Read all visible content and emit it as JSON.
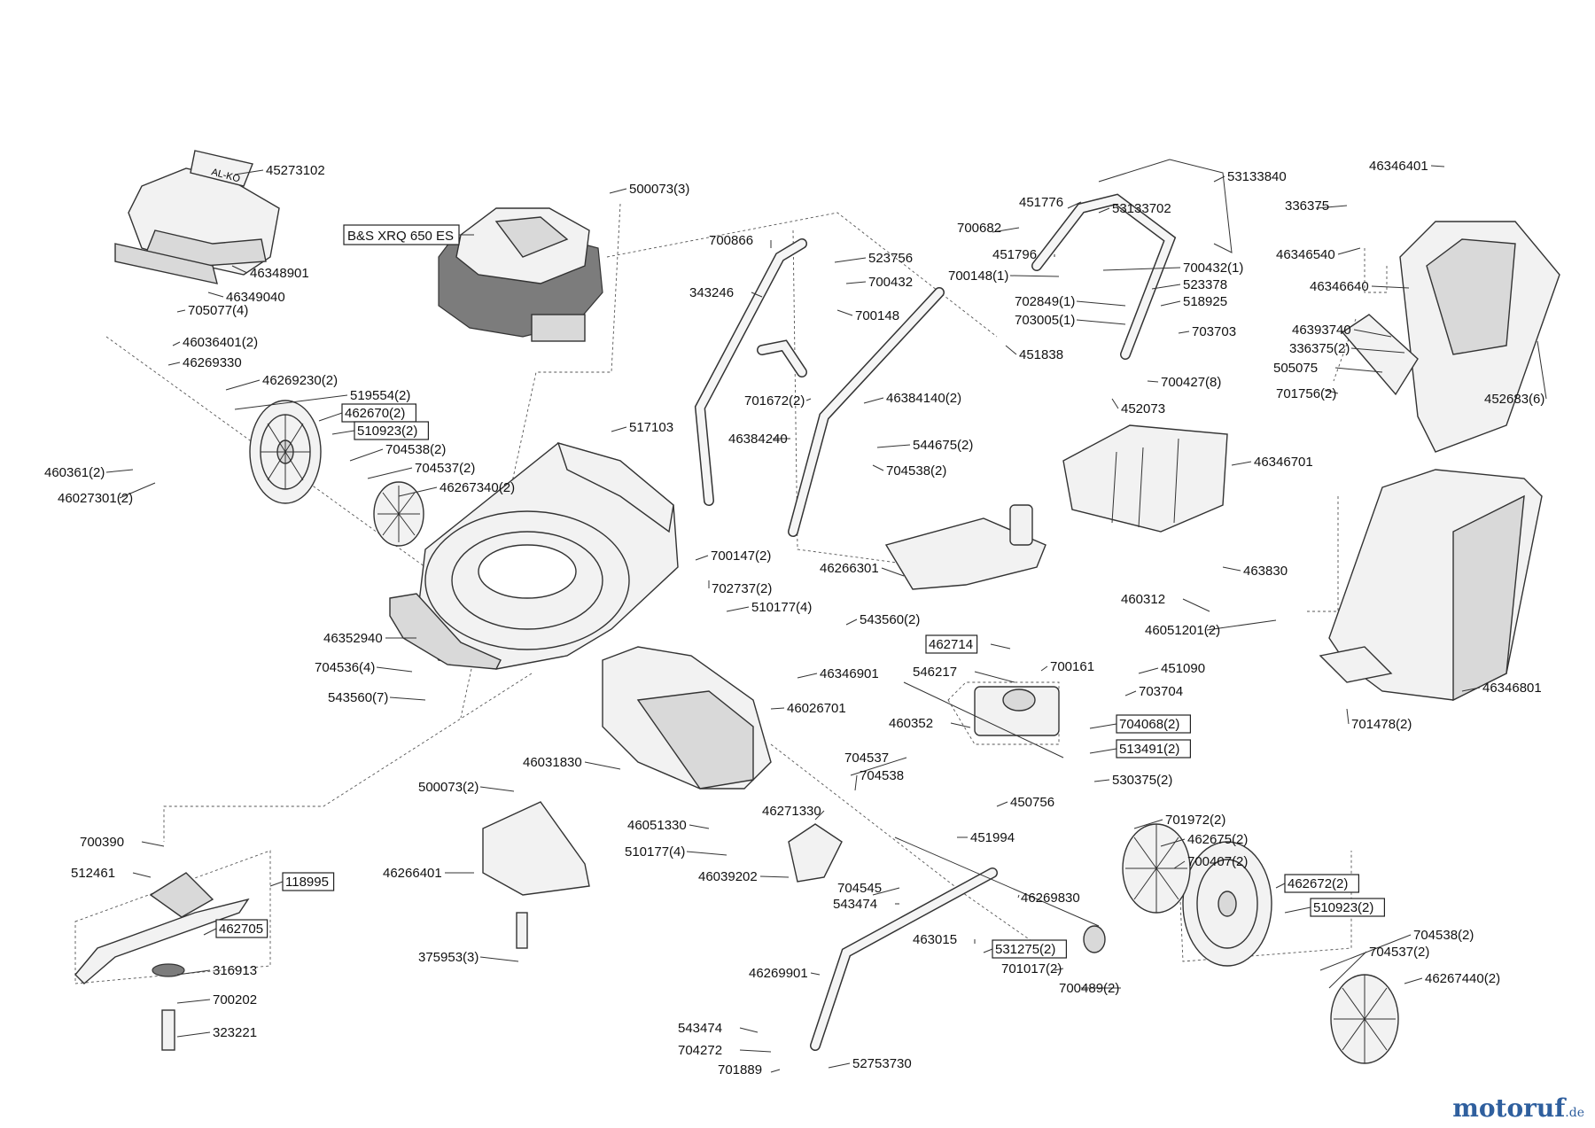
{
  "engine_label": "B&S XRQ 650 ES",
  "logo_text": "AL-KO",
  "watermark": {
    "main": "motoruf",
    "tld": ".de"
  },
  "parts": [
    {
      "t": "45273102"
    },
    {
      "t": "46348901"
    },
    {
      "t": "46349040"
    },
    {
      "t": "705077(4)"
    },
    {
      "t": "46036401(2)"
    },
    {
      "t": "46269330"
    },
    {
      "t": "46269230(2)"
    },
    {
      "t": "519554(2)"
    },
    {
      "t": "462670(2)",
      "boxed": true
    },
    {
      "t": "510923(2)",
      "boxed": true
    },
    {
      "t": "704538(2)"
    },
    {
      "t": "704537(2)"
    },
    {
      "t": "46267340(2)"
    },
    {
      "t": "460361(2)"
    },
    {
      "t": "46027301(2)"
    },
    {
      "t": "500073(3)"
    },
    {
      "t": "517103"
    },
    {
      "t": "700866"
    },
    {
      "t": "523756"
    },
    {
      "t": "700432"
    },
    {
      "t": "343246"
    },
    {
      "t": "700148"
    },
    {
      "t": "701672(2)"
    },
    {
      "t": "46384140(2)"
    },
    {
      "t": "46384240"
    },
    {
      "t": "544675(2)"
    },
    {
      "t": "704538(2)"
    },
    {
      "t": "53133840"
    },
    {
      "t": "451776"
    },
    {
      "t": "53133702"
    },
    {
      "t": "700682"
    },
    {
      "t": "451796"
    },
    {
      "t": "700432(1)"
    },
    {
      "t": "700148(1)"
    },
    {
      "t": "523378"
    },
    {
      "t": "702849(1)"
    },
    {
      "t": "518925"
    },
    {
      "t": "703005(1)"
    },
    {
      "t": "703703"
    },
    {
      "t": "451838"
    },
    {
      "t": "700427(8)"
    },
    {
      "t": "452073"
    },
    {
      "t": "46346401"
    },
    {
      "t": "336375"
    },
    {
      "t": "46346540"
    },
    {
      "t": "46346640"
    },
    {
      "t": "46393740"
    },
    {
      "t": "336375(2)"
    },
    {
      "t": "505075"
    },
    {
      "t": "701756(2)"
    },
    {
      "t": "452683(6)"
    },
    {
      "t": "46346701"
    },
    {
      "t": "463830"
    },
    {
      "t": "460312"
    },
    {
      "t": "46051201(2)"
    },
    {
      "t": "46346801"
    },
    {
      "t": "701478(2)"
    },
    {
      "t": "700147(2)"
    },
    {
      "t": "702737(2)"
    },
    {
      "t": "46266301"
    },
    {
      "t": "510177(4)"
    },
    {
      "t": "543560(2)"
    },
    {
      "t": "46352940"
    },
    {
      "t": "704536(4)"
    },
    {
      "t": "543560(7)"
    },
    {
      "t": "46346901"
    },
    {
      "t": "46026701"
    },
    {
      "t": "462714",
      "boxed": true
    },
    {
      "t": "546217"
    },
    {
      "t": "700161"
    },
    {
      "t": "451090"
    },
    {
      "t": "703704"
    },
    {
      "t": "460352"
    },
    {
      "t": "704068(2)",
      "boxed": true
    },
    {
      "t": "513491(2)",
      "boxed": true
    },
    {
      "t": "530375(2)"
    },
    {
      "t": "46031830"
    },
    {
      "t": "500073(2)"
    },
    {
      "t": "704537"
    },
    {
      "t": "704538"
    },
    {
      "t": "450756"
    },
    {
      "t": "451994"
    },
    {
      "t": "46051330"
    },
    {
      "t": "46271330"
    },
    {
      "t": "510177(4)"
    },
    {
      "t": "46039202"
    },
    {
      "t": "704545"
    },
    {
      "t": "543474"
    },
    {
      "t": "701972(2)"
    },
    {
      "t": "462675(2)"
    },
    {
      "t": "700407(2)"
    },
    {
      "t": "462672(2)",
      "boxed": true
    },
    {
      "t": "510923(2)",
      "boxed": true
    },
    {
      "t": "46269830"
    },
    {
      "t": "700390"
    },
    {
      "t": "512461"
    },
    {
      "t": "118995",
      "boxed": true
    },
    {
      "t": "462705",
      "boxed": true
    },
    {
      "t": "46266401"
    },
    {
      "t": "375953(3)"
    },
    {
      "t": "316913"
    },
    {
      "t": "700202"
    },
    {
      "t": "323221"
    },
    {
      "t": "463015"
    },
    {
      "t": "531275(2)",
      "boxed": true
    },
    {
      "t": "701017(2)"
    },
    {
      "t": "700489(2)"
    },
    {
      "t": "704538(2)"
    },
    {
      "t": "704537(2)"
    },
    {
      "t": "46267440(2)"
    },
    {
      "t": "46269901"
    },
    {
      "t": "543474"
    },
    {
      "t": "704272"
    },
    {
      "t": "701889"
    },
    {
      "t": "52753730"
    }
  ]
}
